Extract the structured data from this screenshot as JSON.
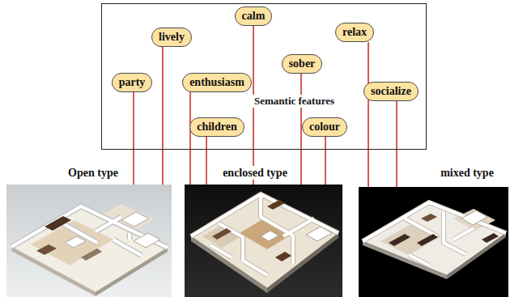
{
  "diagram": {
    "nodes": [
      {
        "text": [
          "Semantic features"
        ]
      },
      {
        "text": [
          "party"
        ],
        "in": 0
      },
      {
        "text": [
          "lively"
        ],
        "in": 0
      },
      {
        "text": [
          "calm"
        ],
        "in": 0
      },
      {
        "text": [
          "enthusiasm"
        ],
        "in": 0
      },
      {
        "text": [
          "children"
        ],
        "in": 0
      },
      {
        "text": [
          "sober"
        ],
        "in": 0
      },
      {
        "text": [
          "colour"
        ],
        "in": 0
      },
      {
        "text": [
          "relax"
        ],
        "in": 0
      },
      {
        "text": [
          "socialize"
        ],
        "in": 0
      },
      {
        "text": [
          "Open type"
        ]
      },
      {
        "text": [
          "enclosed type"
        ]
      },
      {
        "text": [
          "mixed type"
        ]
      }
    ],
    "edges": [
      {
        "from": 1,
        "to": 10,
        "arrow": "none"
      },
      {
        "from": 2,
        "to": 10,
        "arrow": "none"
      },
      {
        "from": 4,
        "to": 11,
        "arrow": "none"
      },
      {
        "from": 5,
        "to": 11,
        "arrow": "none"
      },
      {
        "from": 3,
        "to": 11,
        "arrow": "none"
      },
      {
        "from": 6,
        "to": 11,
        "arrow": "none"
      },
      {
        "from": 7,
        "to": 11,
        "arrow": "none"
      },
      {
        "from": 8,
        "to": 12,
        "arrow": "none"
      },
      {
        "from": 9,
        "to": 12,
        "arrow": "none"
      }
    ]
  }
}
